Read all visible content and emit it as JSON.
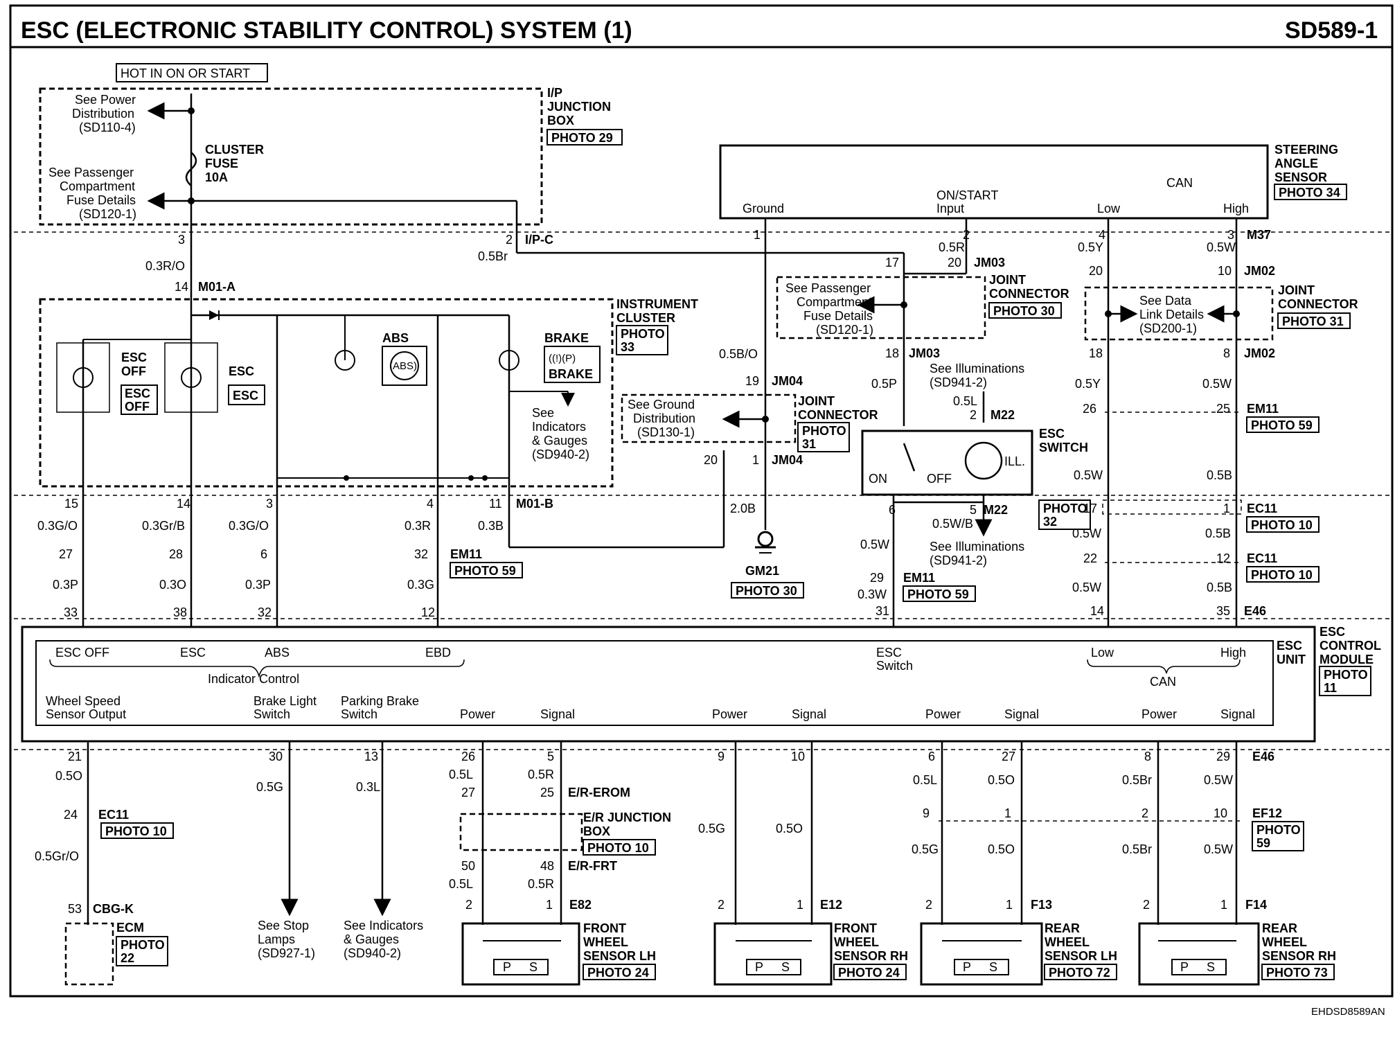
{
  "header": {
    "title": "ESC (ELECTRONIC STABILITY CONTROL) SYSTEM (1)",
    "code": "SD589-1"
  },
  "footer": {
    "code": "EHDSD8589AN"
  },
  "hot_label": "HOT IN ON OR START",
  "ip_box": {
    "lines": [
      "I/P",
      "JUNCTION",
      "BOX"
    ],
    "photo": "PHOTO 29"
  },
  "power_dist": [
    "See Power",
    "Distribution",
    "(SD110-4)"
  ],
  "fuse": [
    "CLUSTER",
    "FUSE",
    "10A"
  ],
  "pass_fuse": [
    "See Passenger",
    "Compartment",
    "Fuse Details",
    "(SD120-1)"
  ],
  "ipc": {
    "pin2": "2",
    "conn": "I/P-C",
    "wire": "0.5Br",
    "pin3": "3",
    "wire3": "0.3R/O",
    "pin14": "14",
    "conn14": "M01-A"
  },
  "cluster": {
    "lines": [
      "INSTRUMENT",
      "CLUSTER"
    ],
    "photo": "PHOTO",
    "photo_num": "33",
    "esc_off": [
      "ESC",
      "OFF"
    ],
    "esc": "ESC",
    "abs": "ABS",
    "abs_sym": "(ABS)",
    "brake": "BRAKE",
    "brake_sym": "((!)(P)",
    "brake_box": "BRAKE",
    "indicators": [
      "See",
      "Indicators",
      "& Gauges",
      "(SD940-2)"
    ]
  },
  "cluster_pins": [
    {
      "pin": "15",
      "wire": "0.3G/O",
      "pin2": "27",
      "wire2": "0.3P",
      "pin3": "33"
    },
    {
      "pin": "14",
      "wire": "0.3Gr/B",
      "pin2": "28",
      "wire2": "0.3O",
      "pin3": "38"
    },
    {
      "pin": "3",
      "wire": "0.3G/O",
      "pin2": "6",
      "wire2": "0.3P",
      "pin3": "32"
    },
    {
      "pin": "4",
      "wire": "0.3R",
      "pin2": "32",
      "wire2": "0.3G",
      "pin3": "12"
    },
    {
      "pin": "11",
      "wire": "0.3B",
      "conn": "M01-B"
    }
  ],
  "em11_top": {
    "conn": "EM11",
    "photo": "PHOTO 59"
  },
  "steering": {
    "lines": [
      "STEERING",
      "ANGLE",
      "SENSOR"
    ],
    "photo": "PHOTO 34",
    "ground": "Ground",
    "onstart": [
      "ON/START",
      "Input"
    ],
    "can": "CAN",
    "low": "Low",
    "high": "High",
    "pins": {
      "p1": "1",
      "p2": "2",
      "w2": "0.5R",
      "p4": "4",
      "w4": "0.5Y",
      "p3": "3",
      "w3": "0.5W",
      "conn": "M37"
    }
  },
  "jm03": {
    "p17": "17",
    "p20": "20",
    "conn": "JM03",
    "p18": "18",
    "conn2": "JM03",
    "lines": [
      "JOINT",
      "CONNECTOR"
    ],
    "photo": "PHOTO 30",
    "see": [
      "See Passenger",
      "Compartment",
      "Fuse Details",
      "(SD120-1)"
    ],
    "wire": "0.5P"
  },
  "jm04": {
    "wire": "0.5B/O",
    "p19": "19",
    "conn": "JM04",
    "p20": "20",
    "p1": "1",
    "conn2": "JM04",
    "lines": [
      "JOINT",
      "CONNECTOR"
    ],
    "photo": "PHOTO",
    "photo_num": "31",
    "see": [
      "See Ground",
      "Distribution",
      "(SD130-1)"
    ],
    "wire2": "2.0B",
    "gnd": "GM21",
    "gnd_photo": "PHOTO 30"
  },
  "jm02": {
    "p20": "20",
    "p10": "10",
    "conn": "JM02",
    "p18": "18",
    "p8": "8",
    "conn2": "JM02",
    "lines": [
      "JOINT",
      "CONNECTOR"
    ],
    "photo": "PHOTO 31",
    "see": [
      "See Data",
      "Link Details",
      "(SD200-1)"
    ],
    "w_left": "0.5Y",
    "w_right": "0.5W"
  },
  "esc_switch": {
    "lines": [
      "ESC",
      "SWITCH"
    ],
    "on": "ON",
    "off": "OFF",
    "ill": "ILL.",
    "see1": [
      "See Illuminations",
      "(SD941-2)"
    ],
    "w_ill": "0.5L",
    "p2": "2",
    "conn": "M22",
    "p6": "6",
    "p5": "5",
    "conn2": "M22",
    "photo": "PHOTO",
    "photo_num": "32",
    "w5": "0.5W/B",
    "see2": [
      "See Illuminations",
      "(SD941-2)"
    ],
    "w6": "0.5W",
    "p29": "29",
    "em": "EM11",
    "photo2": "PHOTO 59",
    "w31": "0.3W",
    "p31": "31"
  },
  "can_right": {
    "p26": "26",
    "p25": "25",
    "em": "EM11",
    "photo": "PHOTO 59",
    "wl": "0.5W",
    "wr": "0.5B",
    "p17": "17",
    "p1": "1",
    "ec": "EC11",
    "photo2": "PHOTO 10",
    "wl2": "0.5W",
    "wr2": "0.5B",
    "p22": "22",
    "p12": "12",
    "ec2": "EC11",
    "photo3": "PHOTO 10",
    "wl3": "0.5W",
    "wr3": "0.5B",
    "p14": "14",
    "p35": "35",
    "e46": "E46"
  },
  "esc_unit": {
    "lines": [
      "ESC",
      "UNIT"
    ],
    "module": [
      "ESC",
      "CONTROL",
      "MODULE"
    ],
    "photo": "PHOTO",
    "photo_num": "11",
    "labels": {
      "esc_off": "ESC OFF",
      "esc": "ESC",
      "abs": "ABS",
      "ebd": "EBD",
      "indicator": "Indicator Control",
      "esc_sw": [
        "ESC",
        "Switch"
      ],
      "low": "Low",
      "high": "High",
      "can": "CAN",
      "wss": [
        "Wheel Speed",
        "Sensor Output"
      ],
      "bls": [
        "Brake Light",
        "Switch"
      ],
      "pbs": [
        "Parking Brake",
        "Switch"
      ],
      "power": "Power",
      "signal": "Signal"
    }
  },
  "bottom": {
    "ecm": {
      "p21": "21",
      "w": "0.5O",
      "p24": "24",
      "conn": "EC11",
      "photo": "PHOTO 10",
      "w2": "0.5Gr/O",
      "p53": "53",
      "conn2": "CBG-K",
      "name": "ECM",
      "photo2": "PHOTO",
      "photo_num": "22"
    },
    "stop": {
      "p": "30",
      "w": "0.5G",
      "see": [
        "See Stop",
        "Lamps",
        "(SD927-1)"
      ]
    },
    "park": {
      "p": "13",
      "w": "0.3L",
      "see": [
        "See Indicators",
        "& Gauges",
        "(SD940-2)"
      ]
    },
    "e46": "E46",
    "ef12": {
      "conn": "EF12",
      "photo": "PHOTO",
      "photo_num": "59"
    },
    "erom": "E/R-EROM",
    "erfrt": "E/R-FRT",
    "erbox": [
      "E/R JUNCTION",
      "BOX"
    ],
    "erphoto": "PHOTO 10",
    "sensors": [
      {
        "pp": "26",
        "wp": "0.5L",
        "sp": "5",
        "ws": "0.5R",
        "mp1": "27",
        "ms1": "25",
        "mp2": "50",
        "wp2": "0.5L",
        "ms2": "48",
        "ws2": "0.5R",
        "c2": "2",
        "c1": "1",
        "conn": "E82",
        "name": [
          "FRONT",
          "WHEEL",
          "SENSOR LH"
        ],
        "photo": "PHOTO 24"
      },
      {
        "pp": "9",
        "wp": "0.5G",
        "sp": "10",
        "ws": "0.5O",
        "c2": "2",
        "c1": "1",
        "conn": "E12",
        "name": [
          "FRONT",
          "WHEEL",
          "SENSOR RH"
        ],
        "photo": "PHOTO 24"
      },
      {
        "pp": "6",
        "wp": "0.5L",
        "sp": "27",
        "ws": "0.5O",
        "mp1": "9",
        "ms1": "1",
        "wp2": "0.5G",
        "ws2": "0.5O",
        "c2": "2",
        "c1": "1",
        "conn": "F13",
        "name": [
          "REAR",
          "WHEEL",
          "SENSOR LH"
        ],
        "photo": "PHOTO 72"
      },
      {
        "pp": "8",
        "wp": "0.5Br",
        "sp": "29",
        "ws": "0.5W",
        "mp1": "2",
        "ms1": "10",
        "wp2": "0.5Br",
        "ws2": "0.5W",
        "c2": "2",
        "c1": "1",
        "conn": "F14",
        "name": [
          "REAR",
          "WHEEL",
          "SENSOR RH"
        ],
        "photo": "PHOTO 73"
      }
    ],
    "ps": {
      "p": "P",
      "s": "S"
    }
  }
}
